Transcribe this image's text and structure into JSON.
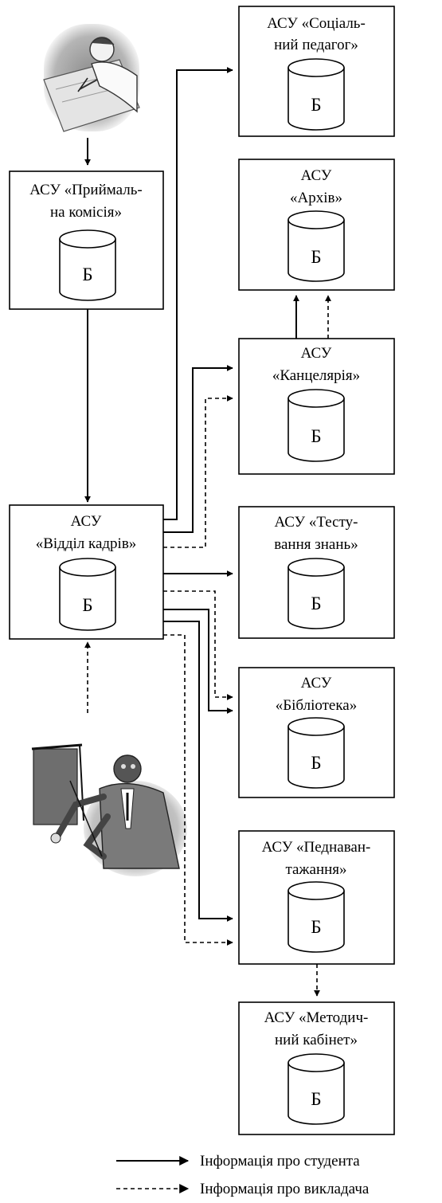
{
  "nodes": {
    "social": {
      "line1": "АСУ «Соціаль-",
      "line2": "ний педагог»",
      "db": "Б"
    },
    "archive": {
      "line1": "АСУ",
      "line2": "«Архів»",
      "db": "Б"
    },
    "admission": {
      "line1": "АСУ «Приймаль-",
      "line2": "на комісія»",
      "db": "Б"
    },
    "office": {
      "line1": "АСУ",
      "line2": "«Канцелярія»",
      "db": "Б"
    },
    "hr": {
      "line1": "АСУ",
      "line2": "«Відділ кадрів»",
      "db": "Б"
    },
    "testing": {
      "line1": "АСУ «Тесту-",
      "line2": "вання знань»",
      "db": "Б"
    },
    "library": {
      "line1": "АСУ",
      "line2": "«Бібліотека»",
      "db": "Б"
    },
    "workload": {
      "line1": "АСУ «Педнаван-",
      "line2": "тажання»",
      "db": "Б"
    },
    "methodical": {
      "line1": "АСУ «Методич-",
      "line2": "ний кабінет»",
      "db": "Б"
    }
  },
  "legend": {
    "student": "Інформація про студента",
    "teacher": "Інформація про викладача"
  },
  "icons": {
    "student": "student-writing-icon",
    "teacher": "teacher-presenting-icon"
  }
}
